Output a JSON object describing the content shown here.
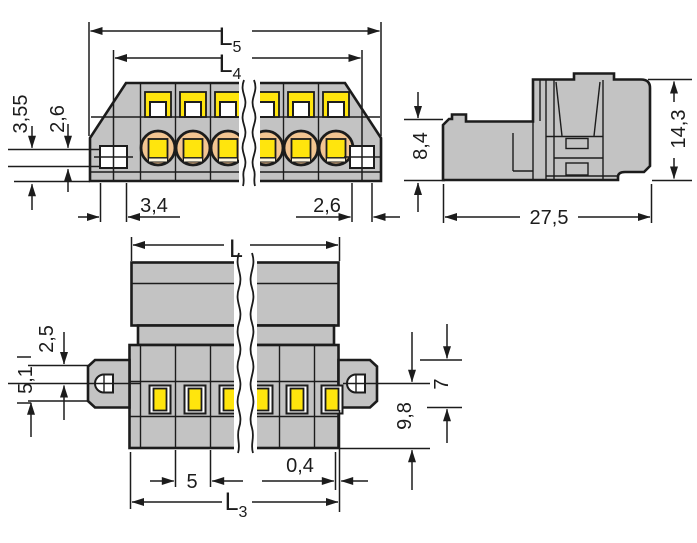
{
  "drawing": {
    "kind": "technical dimensional drawing of a multi-pole plug connector with mounting flanges",
    "visible_poles_per_view": 6,
    "colors": {
      "body_gray": "#c3c3c3",
      "line": "#1c1c1c",
      "contact_yellow": "#ffe50d",
      "port_peach": "#f3c591",
      "background": "#ffffff"
    }
  },
  "dims": {
    "top": {
      "overall": {
        "base": "L",
        "sub": "5"
      },
      "holes": {
        "base": "L",
        "sub": "4"
      },
      "left_a": "3,55",
      "left_b": "2,6",
      "bottom_a": "3,4",
      "bottom_b": "2,6"
    },
    "side": {
      "rear_height": "8,4",
      "total_height": "14,3",
      "depth": "27,5"
    },
    "front": {
      "overall": "L",
      "left_a": "2,5",
      "left_b": "5,1",
      "right_a": "7",
      "right_b": "9,8",
      "pitch": "5",
      "gap": "0,4",
      "base": {
        "base": "L",
        "sub": "3"
      }
    }
  }
}
